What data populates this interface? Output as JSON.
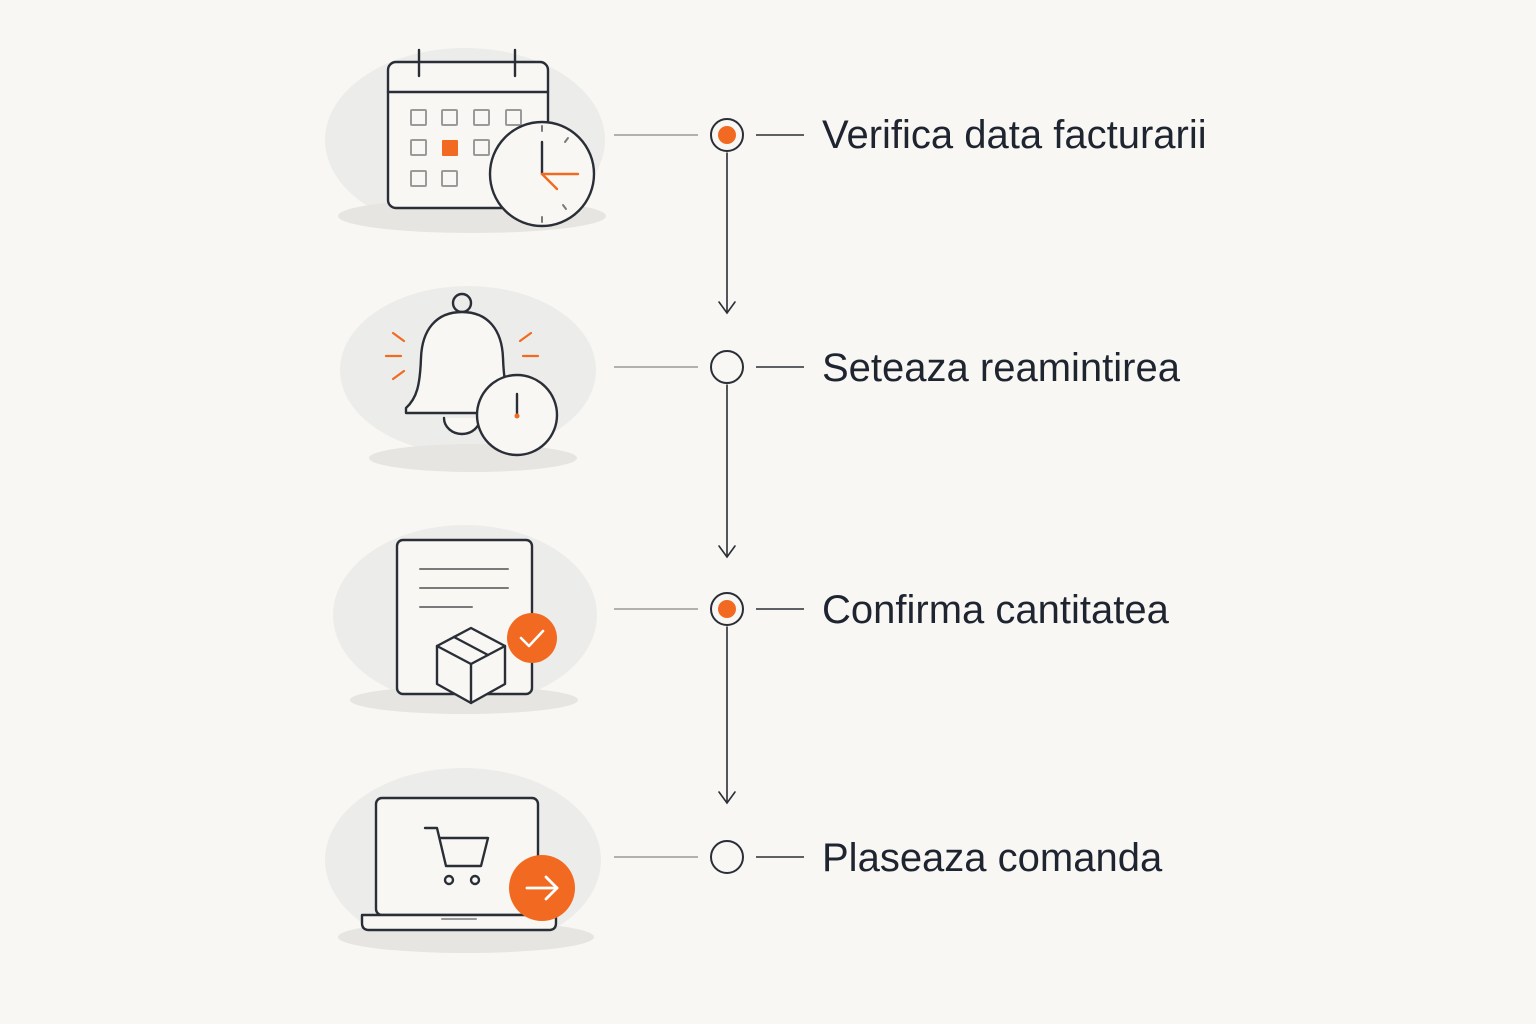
{
  "colors": {
    "background": "#f8f7f4",
    "ink": "#2a2e36",
    "accent": "#f26a21",
    "halo": "#ececea",
    "connector": "#9a9a98"
  },
  "steps": [
    {
      "label": "Verifica data facturarii",
      "icon": "calendar-clock-icon",
      "node_state": "active"
    },
    {
      "label": "Seteaza reamintirea",
      "icon": "bell-clock-icon",
      "node_state": "inactive"
    },
    {
      "label": "Confirma cantitatea",
      "icon": "document-box-check-icon",
      "node_state": "active"
    },
    {
      "label": "Plaseaza comanda",
      "icon": "laptop-cart-arrow-icon",
      "node_state": "inactive"
    }
  ]
}
